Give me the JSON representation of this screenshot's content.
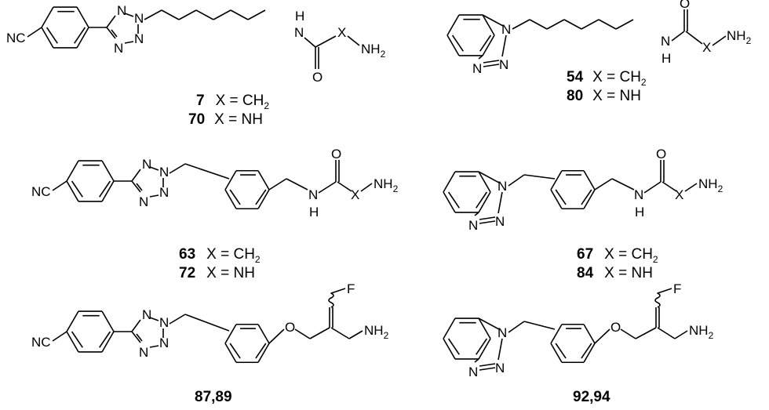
{
  "atoms": {
    "nc": "NC",
    "n": "N",
    "h": "H",
    "o": "O",
    "x": "X",
    "nh2": "NH",
    "two": "2",
    "f": "F"
  },
  "compounds": [
    {
      "id": "7",
      "text": "X = CH",
      "sub": "2"
    },
    {
      "id": "70",
      "text": "X = NH"
    },
    {
      "id": "54",
      "text": "X = CH",
      "sub": "2"
    },
    {
      "id": "80",
      "text": "X = NH"
    },
    {
      "id": "63",
      "text": "X = CH",
      "sub": "2"
    },
    {
      "id": "72",
      "text": "X = NH"
    },
    {
      "id": "67",
      "text": "X = CH",
      "sub": "2"
    },
    {
      "id": "84",
      "text": "X = NH"
    },
    {
      "id": "87,89"
    },
    {
      "id": "92,94"
    }
  ]
}
